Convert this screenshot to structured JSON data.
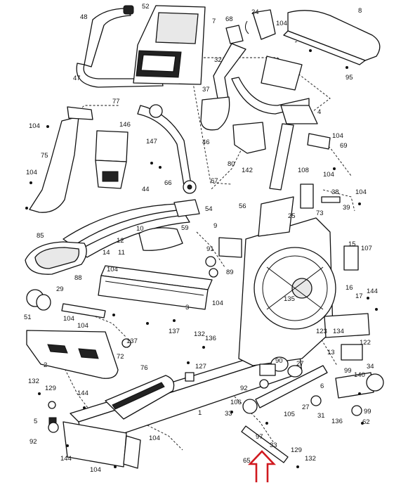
{
  "diagram": {
    "labels": [
      "52",
      "48",
      "7",
      "24",
      "8",
      "68",
      "104",
      "47",
      "32",
      "95",
      "77",
      "37",
      "4",
      "104",
      "146",
      "147",
      "46",
      "104",
      "69",
      "75",
      "80",
      "142",
      "104",
      "104",
      "66",
      "67",
      "108",
      "38",
      "104",
      "44",
      "56",
      "39",
      "54",
      "25",
      "73",
      "10",
      "9",
      "85",
      "59",
      "12",
      "11",
      "91",
      "15",
      "107",
      "14",
      "89",
      "88",
      "29",
      "104",
      "16",
      "144",
      "51",
      "104",
      "3",
      "135",
      "104",
      "17",
      "137",
      "137",
      "132",
      "136",
      "123",
      "134",
      "122",
      "2",
      "104",
      "72",
      "127",
      "90",
      "76",
      "27",
      "13",
      "34",
      "132",
      "129",
      "144",
      "99",
      "92",
      "140",
      "6",
      "106",
      "33",
      "27",
      "5",
      "105",
      "31",
      "136",
      "99",
      "62",
      "97",
      "33",
      "92",
      "144",
      "104",
      "129",
      "65",
      "132",
      "104",
      "1"
    ],
    "arrow_color": "#d0191f"
  }
}
